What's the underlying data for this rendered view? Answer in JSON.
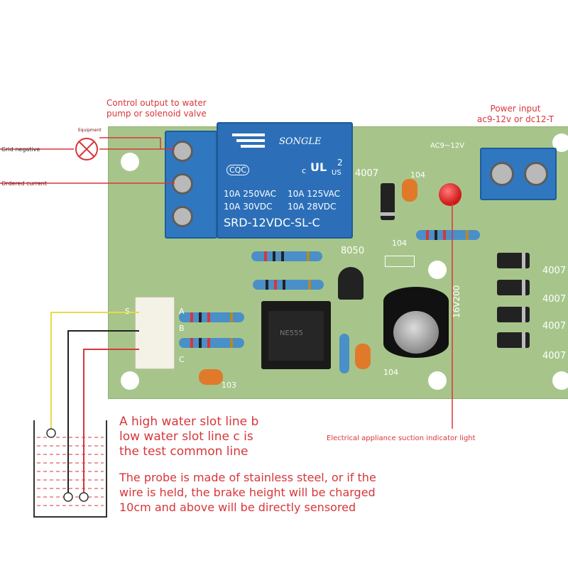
{
  "annotations": {
    "control_output_line1": "Control output to water",
    "control_output_line2": "pump or solenoid valve",
    "power_input_line1": "Power input",
    "power_input_line2": "ac9-12v or dc12-T",
    "equipment": "Equipment",
    "neutral_wire": "Grid negative",
    "live_wire": "Ordered current",
    "indicator_light": "Electrical appliance suction indicator light",
    "probe_line1": "A high water slot line b",
    "probe_line2": "low water slot line c is",
    "probe_line3": "the test common line",
    "steel_line1": "The probe is made of stainless steel, or if the",
    "steel_line2": "wire is held, the brake height will be charged",
    "steel_line3": "10cm and above will be directly sensored"
  },
  "relay": {
    "brand": "SONGLE",
    "cqc": "CQC",
    "cert_right": "c",
    "cert_us": "US",
    "number": "2",
    "rating1": "10A 250VAC",
    "rating2": "10A 125VAC",
    "rating3": "10A 30VDC",
    "rating4": "10A 28VDC",
    "model": "SRD-12VDC-SL-C"
  },
  "silkscreen": {
    "ac_label": "AC9~12V",
    "transistor": "8050",
    "cap_104_a": "104",
    "cap_104_b": "104",
    "cap_104_c": "104",
    "diode_top": "4007",
    "diode_r1": "4007",
    "diode_r2": "4007",
    "diode_r3": "4007",
    "diode_r4": "4007",
    "electrolytic": "16V200",
    "connector_s": "S",
    "connector_a": "A",
    "connector_b": "B",
    "connector_c": "C",
    "cap_103": "103",
    "ic_mark": "NE555"
  },
  "colors": {
    "annotation_red": "#d8363a",
    "board_green": "#a7c58a",
    "relay_blue": "#2c6fb8",
    "terminal_blue": "#2f78c0",
    "probe_yellow": "#e8d84a",
    "probe_red": "#d8363a"
  },
  "icons": {
    "equipment": "lamp-x-icon",
    "led": "red-led-icon"
  }
}
